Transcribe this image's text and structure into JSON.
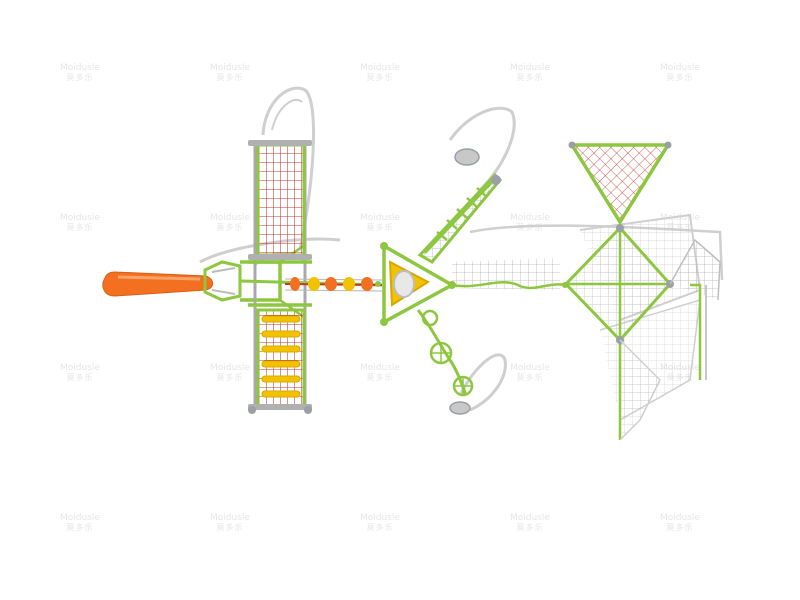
{
  "image": {
    "subject": "playground-structure-top-view",
    "background_color": "#ffffff"
  },
  "colors": {
    "frame_green": "#8dc63f",
    "net_red": "#c0392b",
    "slide_orange": "#f37021",
    "panel_yellow": "#f2c200",
    "post_grey": "#9aa0a6",
    "shadow_grey": "#c9c9c9"
  },
  "watermark": {
    "brand": "Moidusle",
    "brand_cn": "莫多乐",
    "grid_rows": 4,
    "grid_cols": 5
  }
}
